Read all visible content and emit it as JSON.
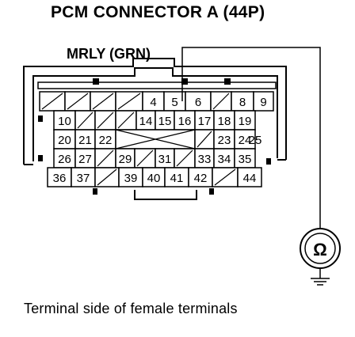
{
  "title": "PCM CONNECTOR A (44P)",
  "wire_label": "MRLY (GRN)",
  "caption": "Terminal side of female terminals",
  "meter_symbol": "Ω",
  "meter_icon": "ohmmeter-icon",
  "ground_icon": "ground-icon",
  "probed_terminal": "6",
  "rows": [
    [
      "",
      "",
      "",
      "",
      "4",
      "5",
      "6",
      "",
      "8",
      "9"
    ],
    [
      "10",
      "",
      "",
      "",
      "14",
      "15",
      "16",
      "17",
      "18",
      "19"
    ],
    [
      "20",
      "21",
      "22",
      "",
      "",
      "23",
      "24",
      "25"
    ],
    [
      "26",
      "27",
      "",
      "29",
      "",
      "31",
      "",
      "33",
      "34",
      "35"
    ],
    [
      "36",
      "37",
      "",
      "39",
      "40",
      "41",
      "42",
      "",
      "44"
    ]
  ]
}
